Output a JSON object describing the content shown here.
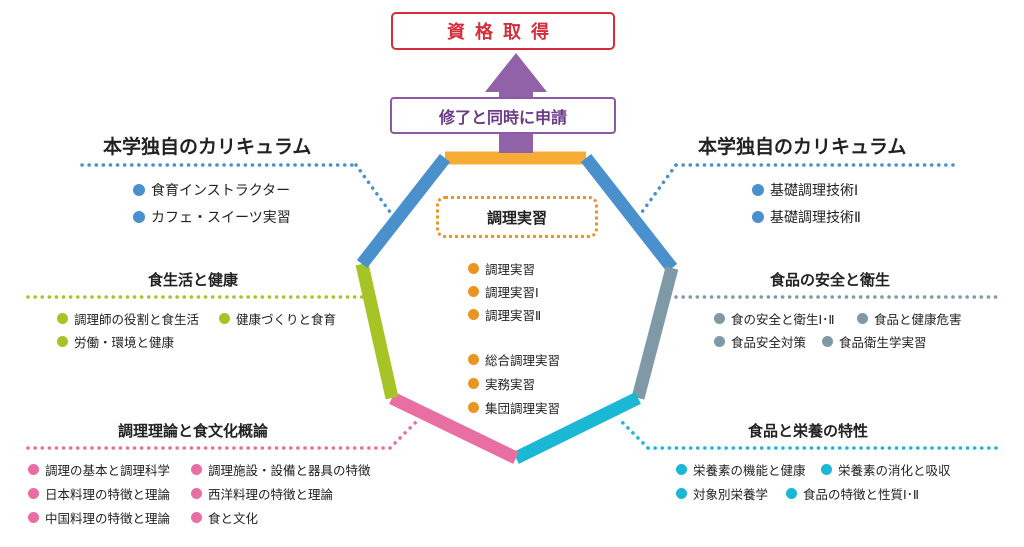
{
  "goal": {
    "label": "資格取得"
  },
  "apply": {
    "label": "修了と同時に申請"
  },
  "colors": {
    "blue": "#4a90cd",
    "green": "#a6c426",
    "pink": "#e86ea3",
    "cyan": "#1ab8d5",
    "gray": "#7f99a6",
    "orange": "#ea9422",
    "purple": "#8e59a4",
    "red": "#d62d3b"
  },
  "center": {
    "title": "調理実習",
    "group1": [
      "調理実習",
      "調理実習Ⅰ",
      "調理実習Ⅱ"
    ],
    "group2": [
      "総合調理実習",
      "実務実習",
      "集団調理実習"
    ]
  },
  "left_curriculum": {
    "title": "本学独自のカリキュラム",
    "items": [
      "食育インストラクター",
      "カフェ・スイーツ実習"
    ]
  },
  "right_curriculum": {
    "title": "本学独自のカリキュラム",
    "items": [
      "基礎調理技術Ⅰ",
      "基礎調理技術Ⅱ"
    ]
  },
  "diet_health": {
    "title": "食生活と健康",
    "items": [
      "調理師の役割と食生活",
      "健康づくりと食育",
      "労働・環境と健康"
    ]
  },
  "food_safety": {
    "title": "食品の安全と衛生",
    "items": [
      "食の安全と衛生Ⅰ･Ⅱ",
      "食品と健康危害",
      "食品安全対策",
      "食品衛生学実習"
    ]
  },
  "cooking_theory": {
    "title": "調理理論と食文化概論",
    "items": [
      "調理の基本と調理科学",
      "調理施設・設備と器具の特徴",
      "日本料理の特徴と理論",
      "西洋料理の特徴と理論",
      "中国料理の特徴と理論",
      "食と文化"
    ]
  },
  "nutrition": {
    "title": "食品と栄養の特性",
    "items": [
      "栄養素の機能と健康",
      "栄養素の消化と吸収",
      "対象別栄養学",
      "食品の特徴と性質Ⅰ･Ⅱ"
    ]
  }
}
